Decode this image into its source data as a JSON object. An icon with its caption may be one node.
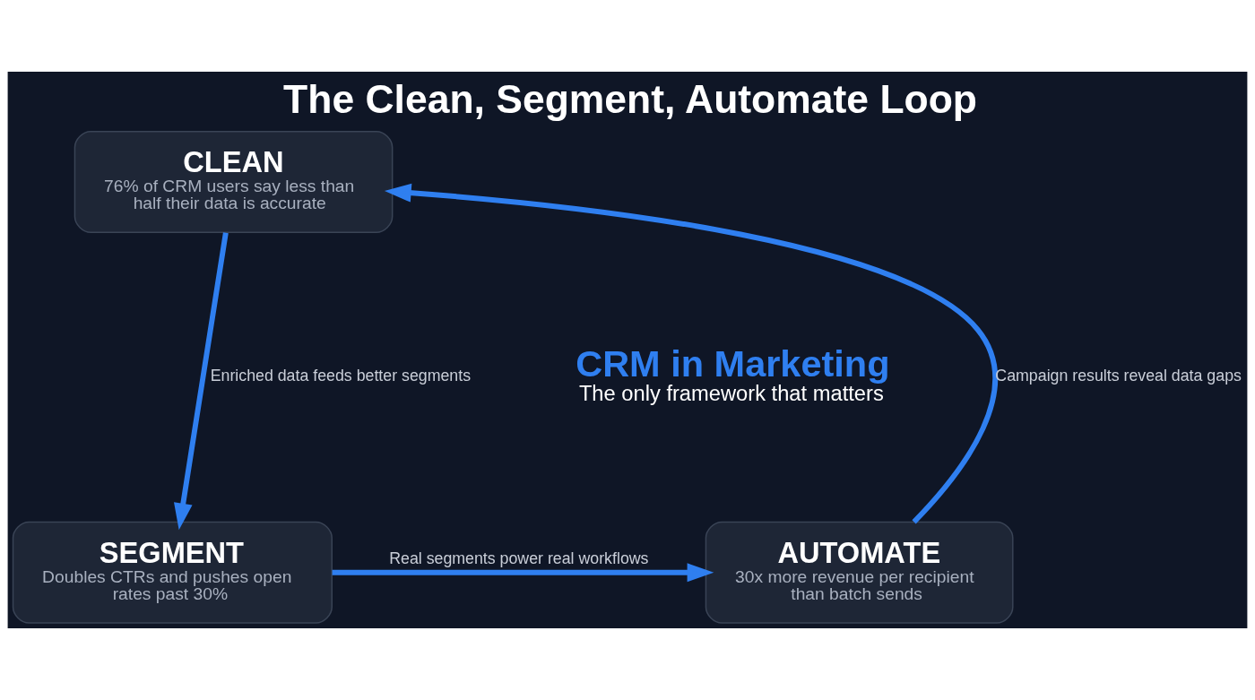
{
  "diagram": {
    "title": "The Clean, Segment, Automate Loop",
    "nodes": [
      {
        "text": [
          "CLEAN",
          "76% of CRM users say less than half their data is accurate"
        ]
      },
      {
        "text": [
          "SEGMENT",
          "Doubles CTRs and pushes open rates past 30%"
        ]
      },
      {
        "text": [
          "AUTOMATE",
          "30x more revenue per recipient than batch sends"
        ]
      }
    ],
    "edges": [
      {
        "from": 0,
        "to": 1,
        "arrow": "to",
        "label": "Enriched data feeds better segments"
      },
      {
        "from": 1,
        "to": 2,
        "arrow": "to",
        "label": "Real segments power real workflows"
      },
      {
        "from": 2,
        "to": 0,
        "arrow": "to",
        "label": "Campaign results reveal data gaps"
      }
    ],
    "labels": [
      "CRM in Marketing",
      "The only framework that matters"
    ]
  }
}
